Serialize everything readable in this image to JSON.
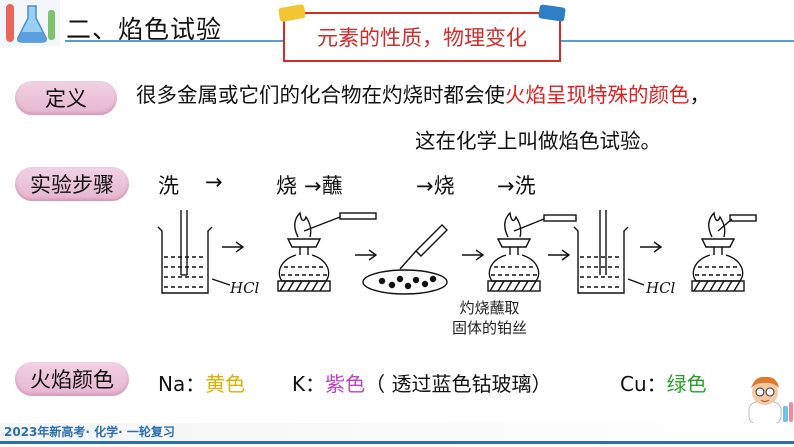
{
  "header": {
    "title": "二、焰色试验",
    "tag": "元素的性质，物理变化"
  },
  "definition": {
    "label": "定义",
    "text_before": "很多金属或它们的化合物在灼烧时都会使",
    "text_highlight": "火焰呈现特殊的颜色",
    "text_after": "，",
    "line2": "这在化学上叫做焰色试验。"
  },
  "steps": {
    "label": "实验步骤",
    "items": [
      "洗",
      "→",
      "烧",
      "→蘸",
      "→烧",
      "→洗"
    ]
  },
  "diagram": {
    "hcl_label_1": "HCl",
    "hcl_label_2": "HCl",
    "note_line1": "灼烧蘸取",
    "note_line2": "固体的铂丝"
  },
  "flame_color": {
    "label": "火焰颜色",
    "na_element": "Na：",
    "na_color": "黄色",
    "k_element": "K：",
    "k_color": "紫色",
    "k_note": "（ 透过蓝色钴玻璃）",
    "cu_element": "Cu：",
    "cu_color": "绿色",
    "colors": {
      "na": "#e0b000",
      "k": "#c040c8",
      "cu": "#2aa02a"
    }
  },
  "footer": {
    "text": "2023年新高考· 化学· 一轮复习"
  }
}
